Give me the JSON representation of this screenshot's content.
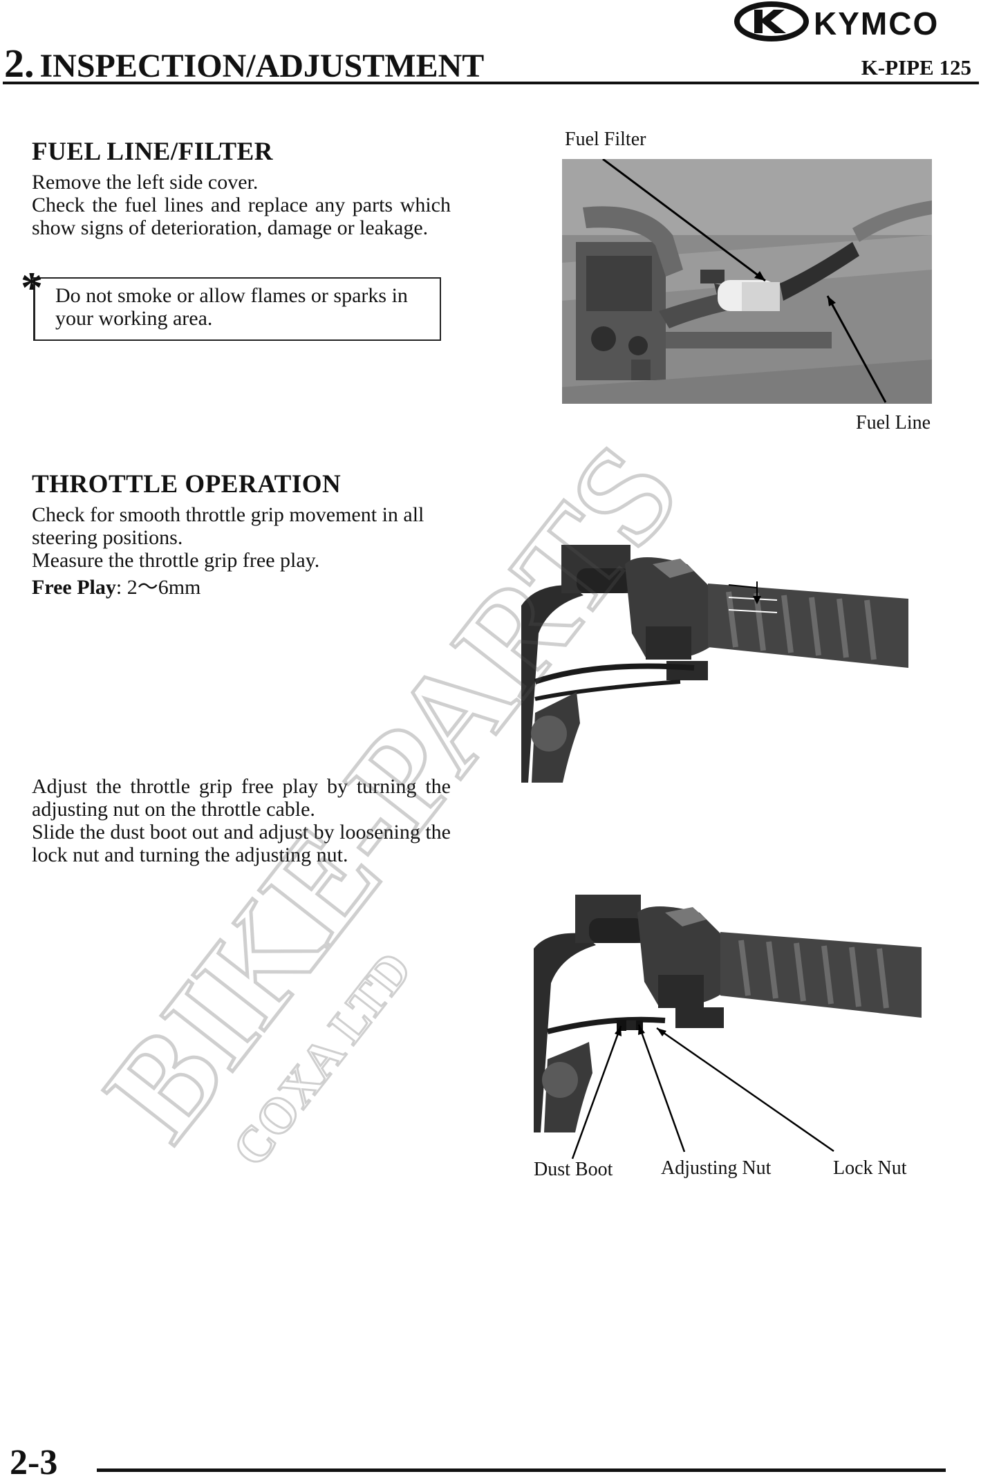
{
  "header": {
    "brand": "KYMCO",
    "chapter_number": "2.",
    "chapter_title": "INSPECTION/ADJUSTMENT",
    "model": "K-PIPE 125"
  },
  "fuel": {
    "title": "FUEL LINE/FILTER",
    "p1": "Remove the left side cover.",
    "p2": "Check the fuel lines and replace any parts which show signs of deterioration, damage or leakage.",
    "warning_mark": "*",
    "warning": "Do not smoke or allow flames or sparks in your working area.",
    "label_filter": "Fuel Filter",
    "label_line": "Fuel Line"
  },
  "throttle": {
    "title": "THROTTLE OPERATION",
    "p1": "Check for smooth throttle grip movement in all steering positions.",
    "p2": "Measure the throttle grip free play.",
    "free_play_label": "Free Play",
    "free_play_value": ": 2～6mm",
    "adjust_p1": "Adjust the throttle grip free play by turning the adjusting nut on the throttle cable.",
    "adjust_p2": "Slide the dust boot out and adjust by loosening the lock nut and turning the adjusting nut.",
    "label_dust_boot": "Dust Boot",
    "label_adjusting_nut": "Adjusting Nut",
    "label_lock_nut": "Lock Nut"
  },
  "watermark": {
    "line1": "BIKE-PARTS",
    "line2": "COXA LTD"
  },
  "footer": {
    "page": "2-3"
  }
}
